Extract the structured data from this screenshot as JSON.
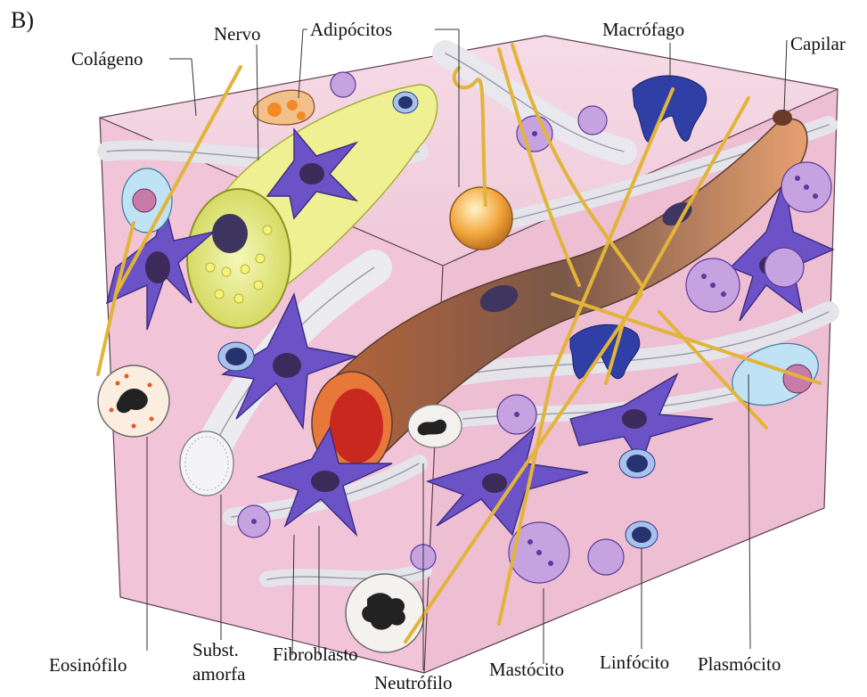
{
  "figure": {
    "panel_letter": "B)",
    "labels": {
      "colageno": "Colágeno",
      "nervo": "Nervo",
      "adipocitos": "Adipócitos",
      "macrofago": "Macrófago",
      "capilar": "Capilar",
      "eosinofilo": "Eosinófilo",
      "subst_line1": "Subst.",
      "subst_line2": "amorfa",
      "fibroblasto": "Fibroblasto",
      "neutrofilo": "Neutrófilo",
      "mastocito": "Mastócito",
      "linfocito": "Linfócito",
      "plasmocito": "Plasmócito"
    },
    "colors": {
      "ground_substance": "#f2c6d8",
      "fibroblast": "#6a4fc4",
      "collagen": "#e6e6ea",
      "elastic_fiber": "#e3b43a",
      "nerve": "#eef08c",
      "capillary": "#a0673f",
      "adipocyte": "#f3a33a"
    }
  }
}
